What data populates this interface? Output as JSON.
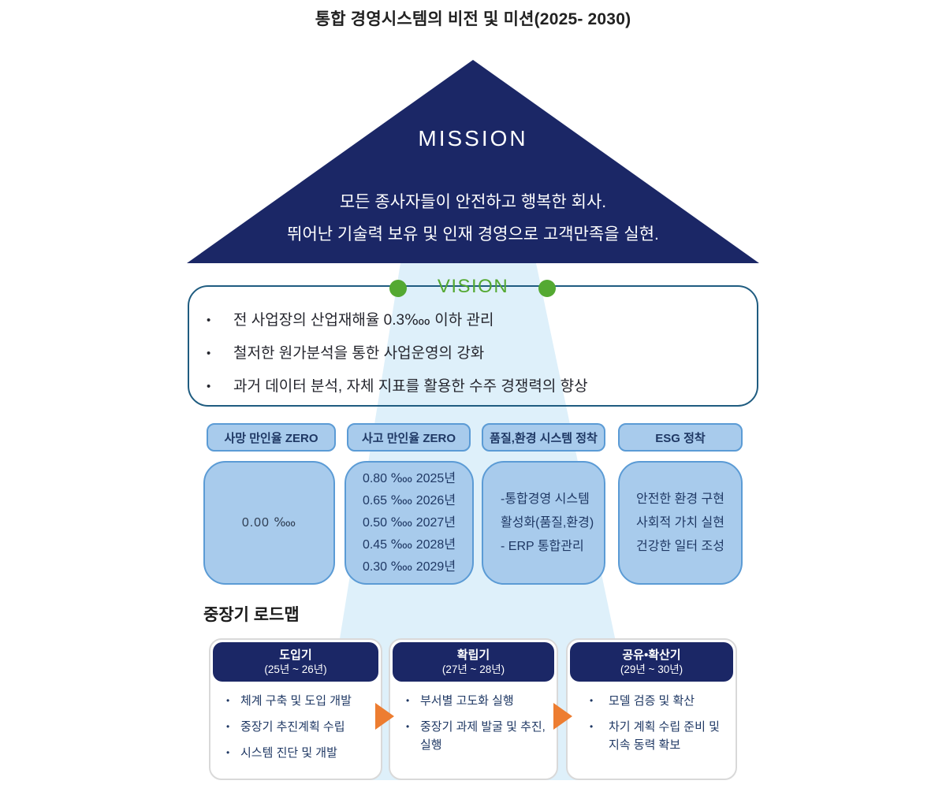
{
  "title": "통합 경영시스템의 비전 및 미션(2025- 2030)",
  "mission": {
    "label": "MISSION",
    "line1": "모든 종사자들이 안전하고 행복한 회사.",
    "line2": "뛰어난 기술력 보유 및 인재 경영으로 고객만족을 실현."
  },
  "vision": {
    "label": "VISION",
    "bullets": [
      "전 사업장의 산업재해율 0.3‱ 이하 관리",
      "철저한 원가분석을 통한 사업운영의 강화",
      "과거 데이터 분석, 자체 지표를 활용한 수주 경쟁력의 향상"
    ]
  },
  "goals": [
    {
      "header": "사망 만인율 ZERO",
      "value": "0.00 ‱"
    },
    {
      "header": "사고 만인율 ZERO",
      "lines": [
        "0.80 ‱ 2025년",
        "0.65 ‱ 2026년",
        "0.50 ‱ 2027년",
        "0.45 ‱ 2028년",
        "0.30 ‱ 2029년"
      ]
    },
    {
      "header": "품질,환경 시스템 정착",
      "lines": [
        "-통합경영 시스템",
        "활성화(품질,환경)",
        "- ERP 통합관리"
      ]
    },
    {
      "header": "ESG 정착",
      "lines": [
        "안전한 환경 구현",
        "사회적 가치 실현",
        "건강한 일터 조성"
      ]
    }
  ],
  "roadmap": {
    "heading": "중장기 로드맵",
    "phases": [
      {
        "title": "도입기",
        "period": "(25년 ~ 26년)",
        "items": [
          "체계 구축 및 도입 개발",
          "중장기 추진계획 수립",
          "시스템 진단 및 개발"
        ]
      },
      {
        "title": "확립기",
        "period": "(27년 ~ 28년)",
        "items": [
          "부서별 고도화 실행",
          "중장기 과제 발굴 및 추진, 실행"
        ]
      },
      {
        "title": "공유•확산기",
        "period": "(29년 ~ 30년)",
        "items": [
          "모델 검증 및 확산",
          "차기 계획 수립 준비 및 지속 동력 확보"
        ]
      }
    ]
  },
  "colors": {
    "navy": "#1b2766",
    "green": "#54a932",
    "light_blue_fill": "#a8cbec",
    "blue_border": "#5b9bd5",
    "beam": "#def0fa",
    "vision_border": "#1f5c80",
    "orange_arrow": "#ed7d31",
    "body_text_navy": "#1f3864"
  }
}
